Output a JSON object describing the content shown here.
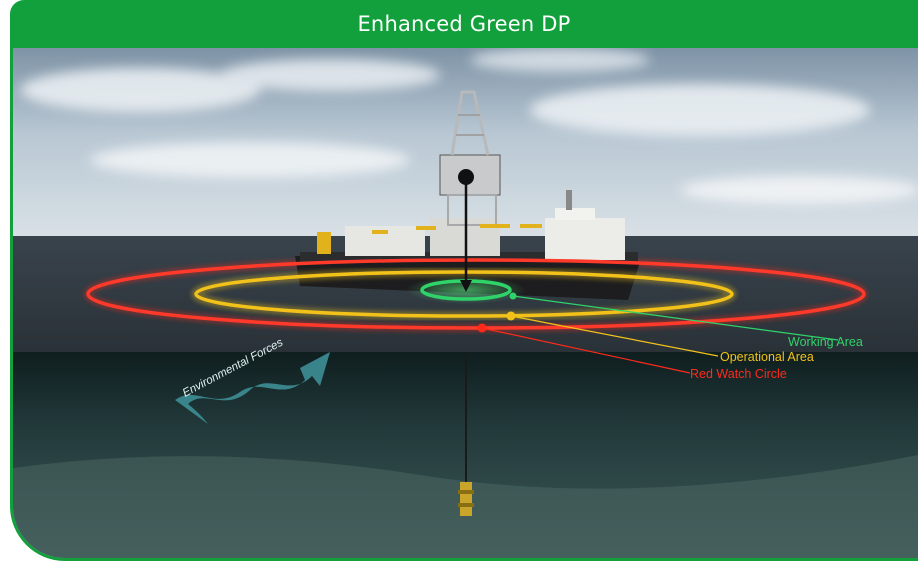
{
  "title": "Enhanced Green DP",
  "labels": {
    "working_area": "Working Area",
    "operational_area": "Operational Area",
    "red_watch_circle": "Red Watch Circle",
    "environmental_forces": "Environmental Forces"
  },
  "colors": {
    "title_bar": "#12a03c",
    "working_area": "#2fd36a",
    "operational_area": "#f2c21a",
    "red_watch_circle": "#ff2a1a",
    "environmental_forces_arrow": "#3d8f96",
    "seabed": "#2c4846",
    "sky": "#b9c8d3"
  },
  "icons": {
    "vessel": "drillship-icon",
    "wellhead": "wellhead-icon",
    "environmental_forces": "wavy-arrow-icon"
  }
}
